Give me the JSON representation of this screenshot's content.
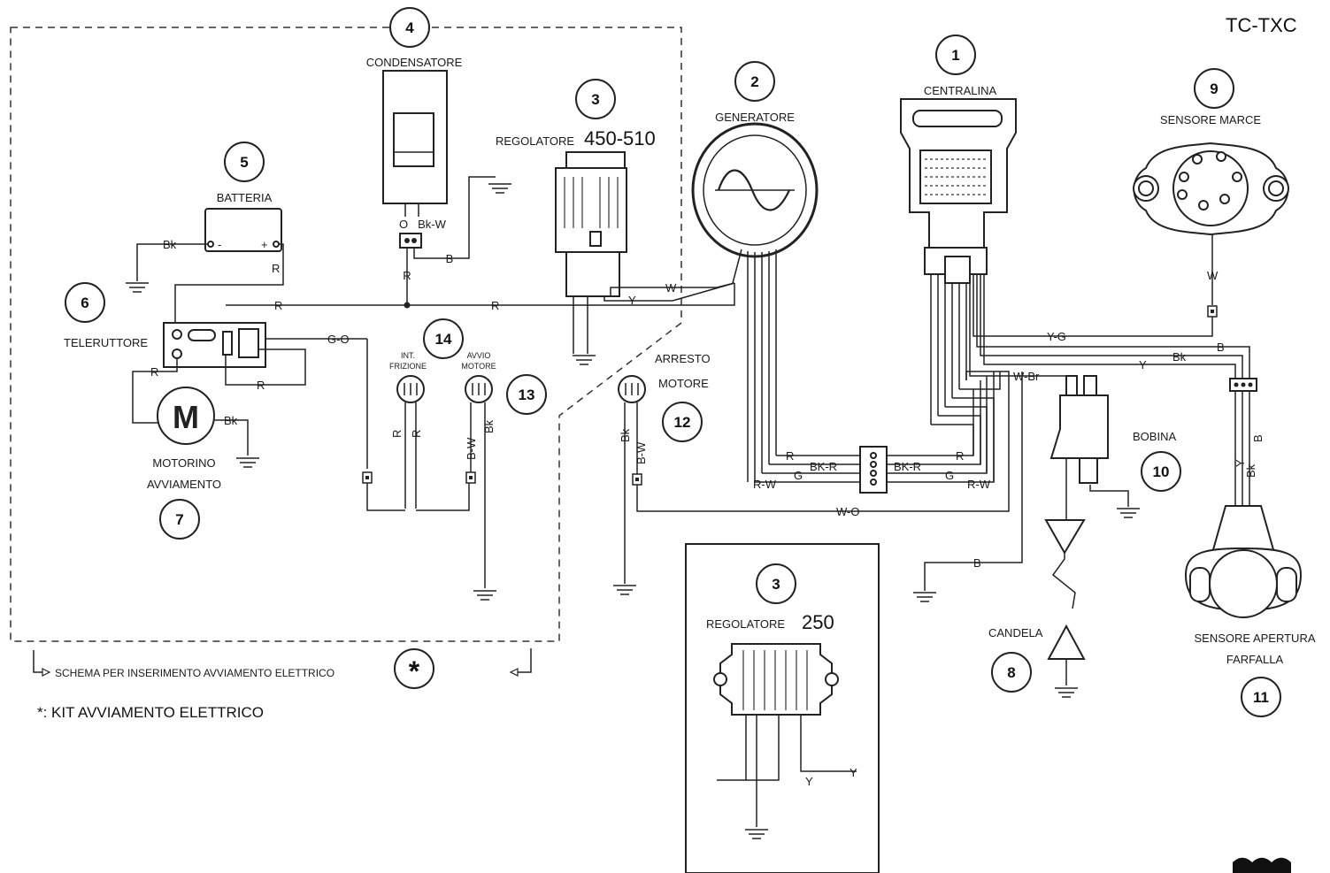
{
  "page_title": "TC-TXC",
  "components": {
    "centralina": {
      "num": "1",
      "label": "CENTRALINA"
    },
    "generatore": {
      "num": "2",
      "label": "GENERATORE"
    },
    "regolatore_a": {
      "num": "3",
      "label": "REGOLATORE",
      "model": "450-510"
    },
    "regolatore_b": {
      "num": "3",
      "label": "REGOLATORE",
      "model": "250"
    },
    "condensatore": {
      "num": "4",
      "label": "CONDENSATORE"
    },
    "batteria": {
      "num": "5",
      "label": "BATTERIA"
    },
    "teleruttore": {
      "num": "6",
      "label": "TELERUTTORE"
    },
    "motorino": {
      "num": "7",
      "label_1": "MOTORINO",
      "label_2": "AVVIAMENTO",
      "symbol": "M"
    },
    "candela": {
      "num": "8",
      "label": "CANDELA"
    },
    "sensore_marce": {
      "num": "9",
      "label": "SENSORE MARCE"
    },
    "bobina": {
      "num": "10",
      "label": "BOBINA"
    },
    "sensore_farfalla": {
      "num": "11",
      "label_1": "SENSORE APERTURA",
      "label_2": "FARFALLA"
    },
    "arresto": {
      "num": "12",
      "label_1": "ARRESTO",
      "label_2": "MOTORE"
    },
    "avvio": {
      "num": "13",
      "label_1": "AVVIO",
      "label_2": "MOTORE"
    },
    "frizione": {
      "num": "14",
      "label_1": "INT.",
      "label_2": "FRIZIONE"
    }
  },
  "wires": {
    "bk": "Bk",
    "r": "R",
    "w": "W",
    "y": "Y",
    "b": "B",
    "o": "O",
    "bk_w": "Bk-W",
    "b_w": "B-W",
    "g_o": "G-O",
    "w_o": "W-O",
    "w_br": "W-Br",
    "y_g": "Y-G",
    "g": "G",
    "r_w": "R-W",
    "bk_r": "BK-R",
    "batt_neg": "-",
    "batt_pos": "+"
  },
  "legend": {
    "schema": "SCHEMA PER INSERIMENTO AVVIAMENTO ELETTRICO",
    "star": "*",
    "kit": "*: KIT AVVIAMENTO ELETTRICO"
  }
}
